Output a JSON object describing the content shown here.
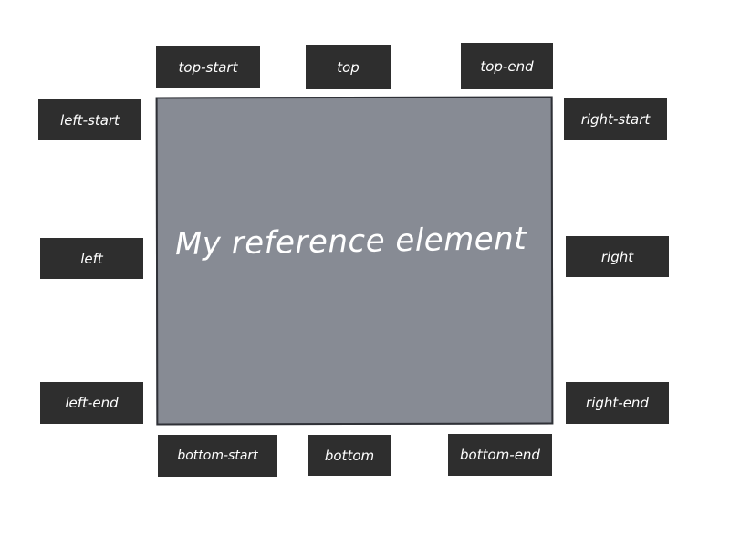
{
  "reference": {
    "label": "My reference element",
    "fill_color": "#878b94"
  },
  "placements": {
    "top_start": "top-start",
    "top": "top",
    "top_end": "top-end",
    "left_start": "left-start",
    "right_start": "right-start",
    "left": "left",
    "right": "right",
    "left_end": "left-end",
    "right_end": "right-end",
    "bottom_start": "bottom-start",
    "bottom": "bottom",
    "bottom_end": "bottom-end"
  },
  "colors": {
    "tag_background": "#2e2e2e",
    "tag_text": "#ffffff",
    "background": "#ffffff"
  }
}
